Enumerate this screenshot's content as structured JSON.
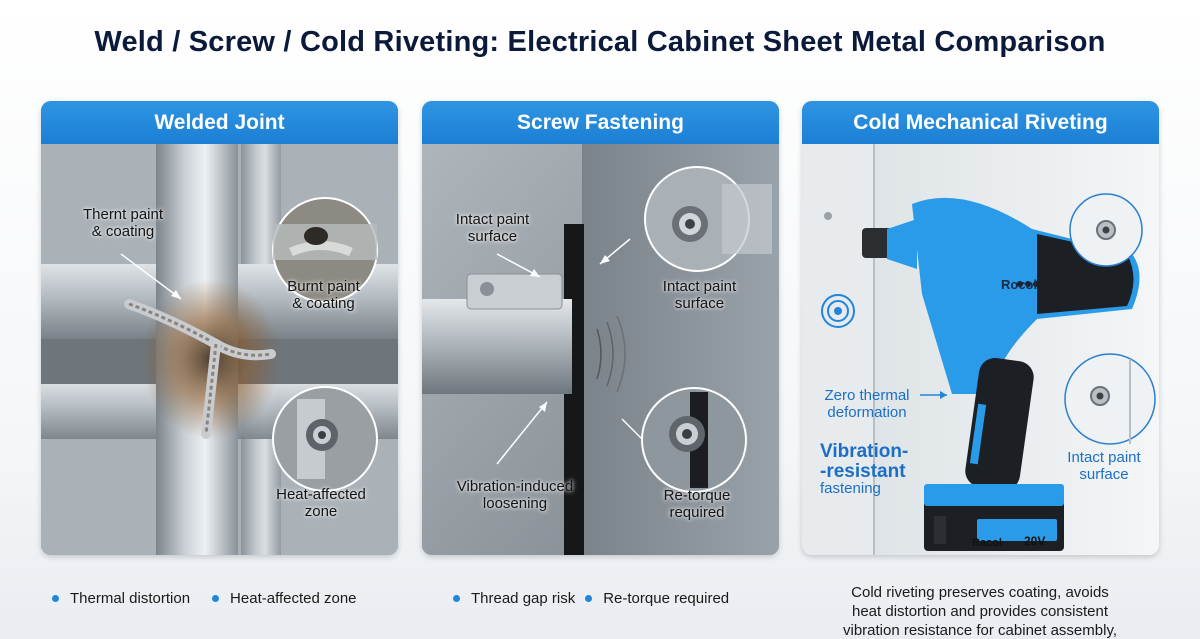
{
  "title": "Weld / Screw / Cold Riveting: Electrical Cabinet Sheet Metal Comparison",
  "panels": [
    {
      "header": "Welded Joint",
      "labels": {
        "coating_top": "Thernt paint\n& coating",
        "coating_right": "Burnt paint\n& coating",
        "heat_zone": "Heat-affected\nzone"
      }
    },
    {
      "header": "Screw Fastening",
      "labels": {
        "paint_left": "Intact paint\nsurface",
        "paint_right": "Intact paint\nsurface",
        "loosening": "Vibration-induced\nloosening",
        "retorque": "Re-torque\nrequired"
      }
    },
    {
      "header": "Cold Mechanical Riveting",
      "labels": {
        "zero_thermal": "Zero thermal\ndeformation",
        "vibration": "Vibration-\n-resistant",
        "fastening": "fastening",
        "paint": "Intact paint\nsurface",
        "brand": "Rocol",
        "battery_brand": "Racol",
        "battery_voltage": "20V"
      }
    }
  ],
  "bullets": {
    "weld": [
      "Thermal distortion",
      "Heat-affected zone"
    ],
    "screw": [
      "Thread gap risk",
      "Re-torque required"
    ]
  },
  "summary": "Cold riveting preserves coating, avoids\nheat distortion and provides consistent\nvibration resistance for cabinet assembly,",
  "colors": {
    "accent": "#1f86dc",
    "tool_blue": "#2a9be8",
    "title": "#0b1a3a"
  }
}
